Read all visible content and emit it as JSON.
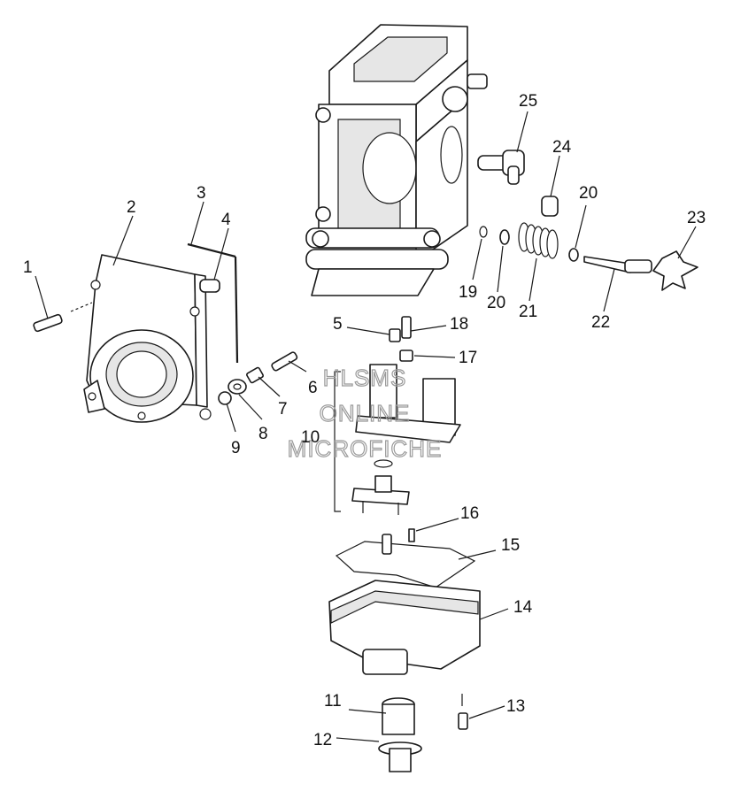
{
  "watermark": [
    "HLSMS",
    "ONLINE",
    "MICROFICHE"
  ],
  "callouts": [
    "1",
    "2",
    "3",
    "4",
    "5",
    "6",
    "7",
    "8",
    "9",
    "10",
    "11",
    "12",
    "13",
    "14",
    "15",
    "16",
    "17",
    "18",
    "19",
    "20",
    "20",
    "21",
    "22",
    "23",
    "24",
    "25"
  ]
}
